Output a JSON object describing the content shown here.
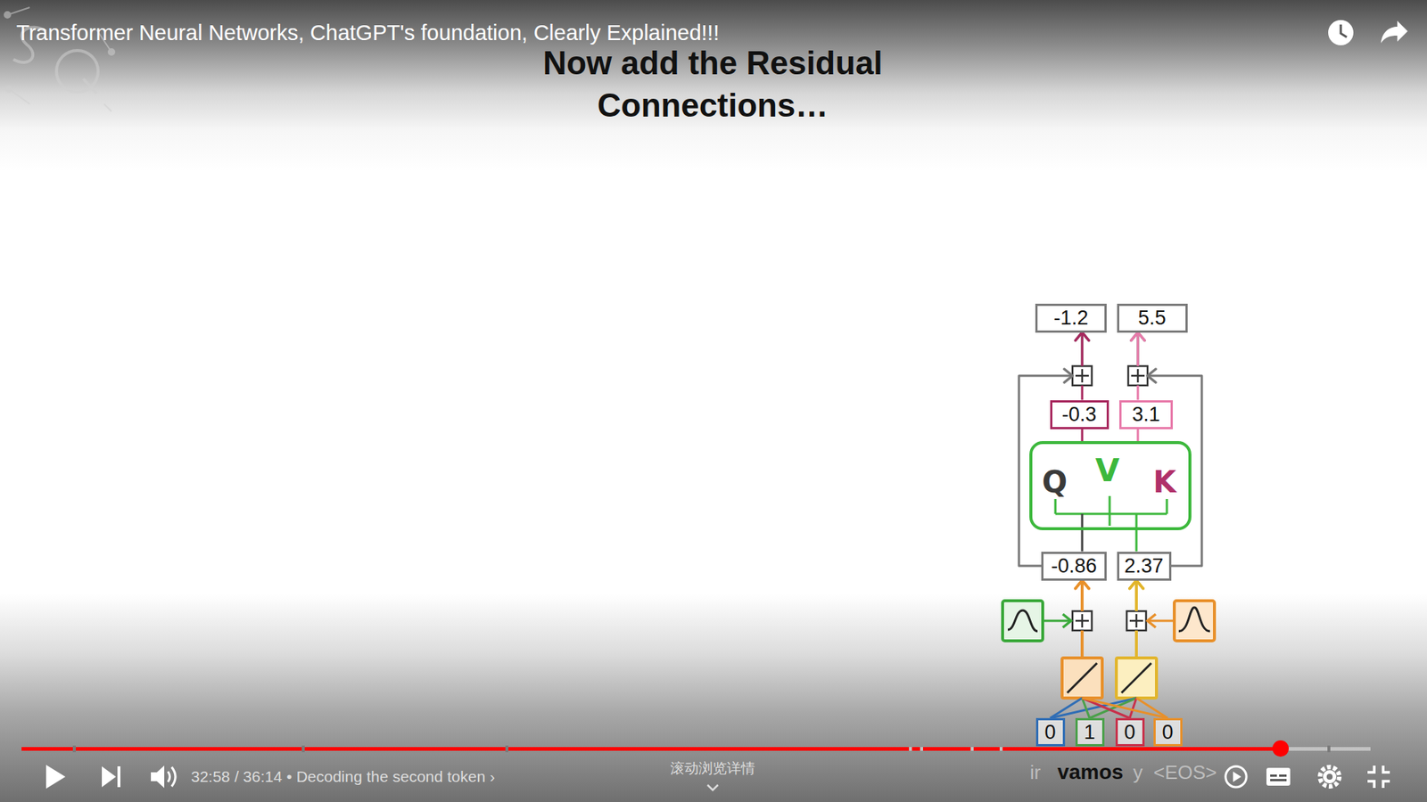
{
  "diagram": {
    "title": "Now add the Residual Connections…",
    "nodes": [
      {
        "text": [
          "-1.2"
        ]
      },
      {
        "text": [
          "5.5"
        ]
      },
      {
        "text": [
          "-0.3"
        ]
      },
      {
        "text": [
          "3.1"
        ]
      },
      {
        "text": [
          "Q",
          "V",
          "K"
        ]
      },
      {
        "text": [
          "-0.86"
        ]
      },
      {
        "text": [
          "2.37"
        ]
      },
      {
        "text": [
          "0"
        ]
      },
      {
        "text": [
          "1"
        ]
      },
      {
        "text": [
          "0"
        ]
      },
      {
        "text": [
          "0"
        ]
      }
    ],
    "edges": [
      {
        "from": 5,
        "to": 0,
        "arrow": "to"
      },
      {
        "from": 6,
        "to": 1,
        "arrow": "to"
      },
      {
        "from": 2,
        "to": 0,
        "arrow": "to"
      },
      {
        "from": 3,
        "to": 1,
        "arrow": "to"
      },
      {
        "from": 4,
        "to": 2,
        "arrow": "none"
      },
      {
        "from": 4,
        "to": 3,
        "arrow": "none"
      },
      {
        "from": 5,
        "to": 4,
        "arrow": "none"
      },
      {
        "from": 6,
        "to": 4,
        "arrow": "none"
      },
      {
        "from": 7,
        "to": 5,
        "arrow": "to"
      },
      {
        "from": 7,
        "to": 6,
        "arrow": "to"
      },
      {
        "from": 8,
        "to": 5,
        "arrow": "to"
      },
      {
        "from": 8,
        "to": 6,
        "arrow": "to"
      },
      {
        "from": 9,
        "to": 5,
        "arrow": "to"
      },
      {
        "from": 9,
        "to": 6,
        "arrow": "to"
      },
      {
        "from": 10,
        "to": 5,
        "arrow": "to"
      },
      {
        "from": 10,
        "to": 6,
        "arrow": "to"
      }
    ],
    "labels": [
      "Transformer Neural Networks, ChatGPT's foundation, Clearly Explained!!!",
      "32:58 / 36:14 • Decoding the second token ›",
      "滚动浏览详情",
      "ir",
      "vamos",
      "y",
      "<EOS>"
    ]
  }
}
